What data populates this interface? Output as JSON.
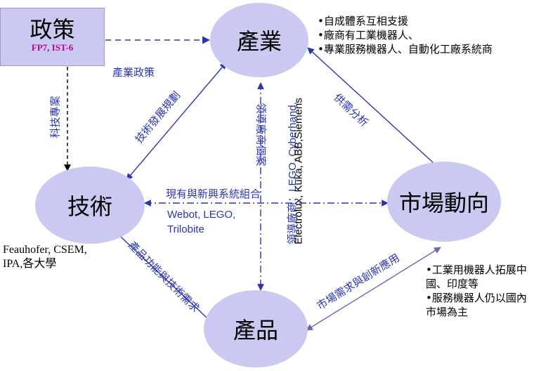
{
  "nodes": {
    "policy": {
      "label": "政策",
      "sub": "FP7, IST-6"
    },
    "industry": {
      "label": "產業"
    },
    "technology": {
      "label": "技術"
    },
    "market": {
      "label": "市場動向"
    },
    "product": {
      "label": "產品"
    }
  },
  "edges": {
    "policy_industry": "產業政策",
    "policy_technology": "科技專案",
    "tech_industry": "技術發展規劃",
    "industry_market": "供需分析",
    "tech_market": "現有與新興系統組合",
    "tech_market_examples_1": "Webot, LEGO,",
    "tech_market_examples_2": "Trilobite",
    "industry_product": "領導廠商個案",
    "leaders_1": "領導廠商：LEGO, Cyberhand,",
    "leaders_2": "Electrolux, Kuka, ABB,Siemens",
    "tech_product": "產品功能與技術需求",
    "product_market": "市場需求與創新應用"
  },
  "notes": {
    "industry": [
      "•自成體系互相支援",
      "•廠商有工業機器人、",
      "•專業服務機器人、自動化工廠系統商"
    ],
    "technology": [
      "Feauhofer, CSEM,",
      "IPA,各大學"
    ],
    "market": [
      "•工業用機器人拓展中",
      "國、印度等",
      "•服務機器人仍以國內",
      "市場為主"
    ]
  },
  "colors": {
    "node_fill": "#c9c9f2",
    "link": "#2b35b2",
    "policy_sub": "#c0008a"
  }
}
